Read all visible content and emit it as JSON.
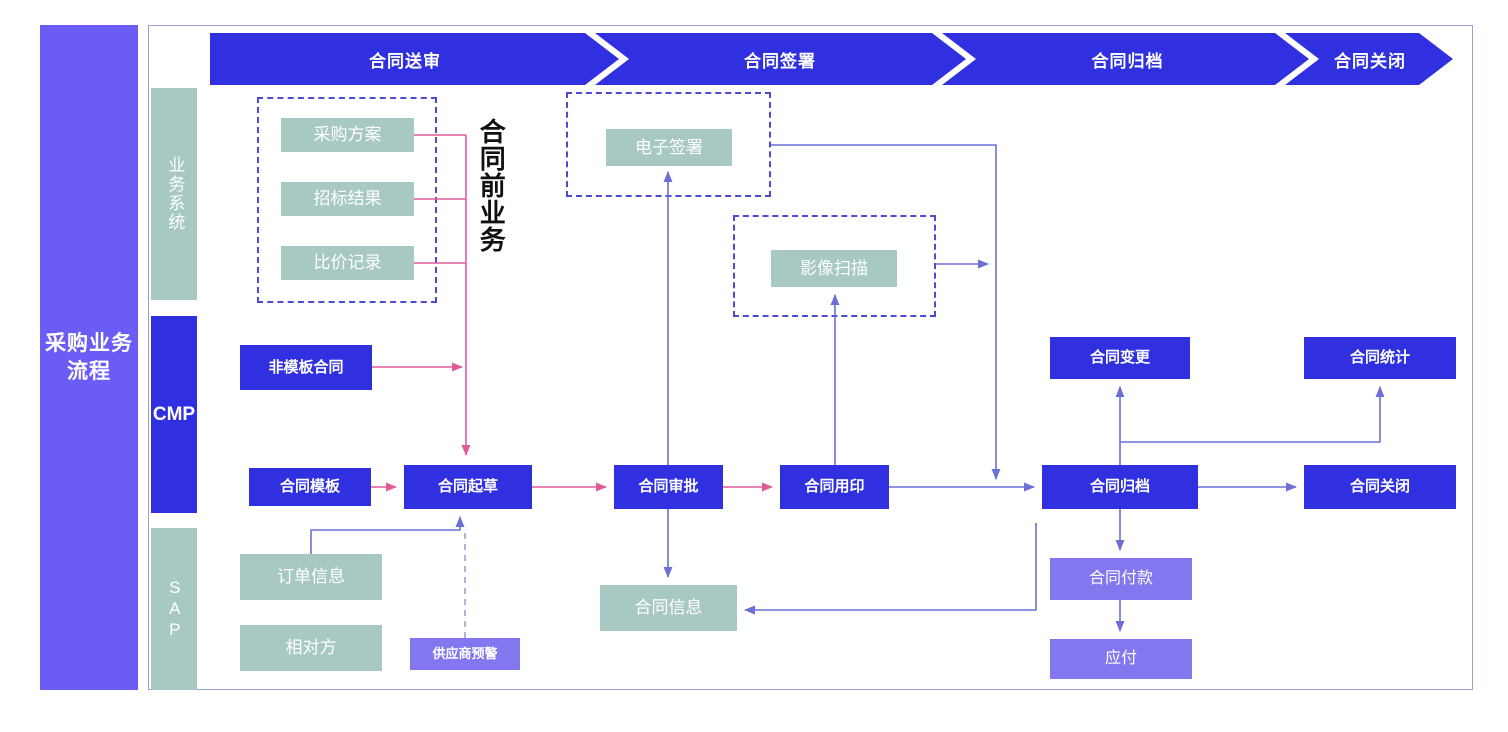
{
  "master": {
    "label": "采购业务流程"
  },
  "lanes": [
    {
      "id": "biz",
      "label": "业务系统"
    },
    {
      "id": "cmp",
      "label": "CMP"
    },
    {
      "id": "sap",
      "label": "SAP"
    }
  ],
  "phases": [
    {
      "label": "合同送审"
    },
    {
      "label": "合同签署"
    },
    {
      "label": "合同归档"
    },
    {
      "label": "合同关闭"
    }
  ],
  "groups": [
    {
      "id": "pre-contract",
      "caption": "合同前业务"
    },
    {
      "id": "esign-group",
      "caption": ""
    },
    {
      "id": "scan-group",
      "caption": ""
    }
  ],
  "nodes": {
    "purchase_plan": {
      "label": "采购方案"
    },
    "bid_result": {
      "label": "招标结果"
    },
    "price_compare": {
      "label": "比价记录"
    },
    "esign": {
      "label": "电子签署"
    },
    "image_scan": {
      "label": "影像扫描"
    },
    "non_template_contract": {
      "label": "非模板合同"
    },
    "contract_template": {
      "label": "合同模板"
    },
    "contract_draft": {
      "label": "合同起草"
    },
    "contract_approval": {
      "label": "合同审批"
    },
    "contract_seal": {
      "label": "合同用印"
    },
    "contract_archive": {
      "label": "合同归档"
    },
    "contract_close": {
      "label": "合同关闭"
    },
    "contract_change": {
      "label": "合同变更"
    },
    "contract_stats": {
      "label": "合同统计"
    },
    "order_info": {
      "label": "订单信息"
    },
    "counterparty": {
      "label": "相对方"
    },
    "supplier_alert": {
      "label": "供应商预警"
    },
    "contract_info": {
      "label": "合同信息"
    },
    "contract_payment": {
      "label": "合同付款"
    },
    "payable": {
      "label": "应付"
    }
  },
  "colors": {
    "master_bar": "#6b5cf6",
    "deep_blue": "#3030e0",
    "teal": "#a8c9c3",
    "violet": "#8277ee",
    "pink_arrow": "#e05c96",
    "blue_arrow": "#6b6fd6",
    "dashed_border": "#4b4bd6",
    "frame_border": "#9a9fd0"
  }
}
